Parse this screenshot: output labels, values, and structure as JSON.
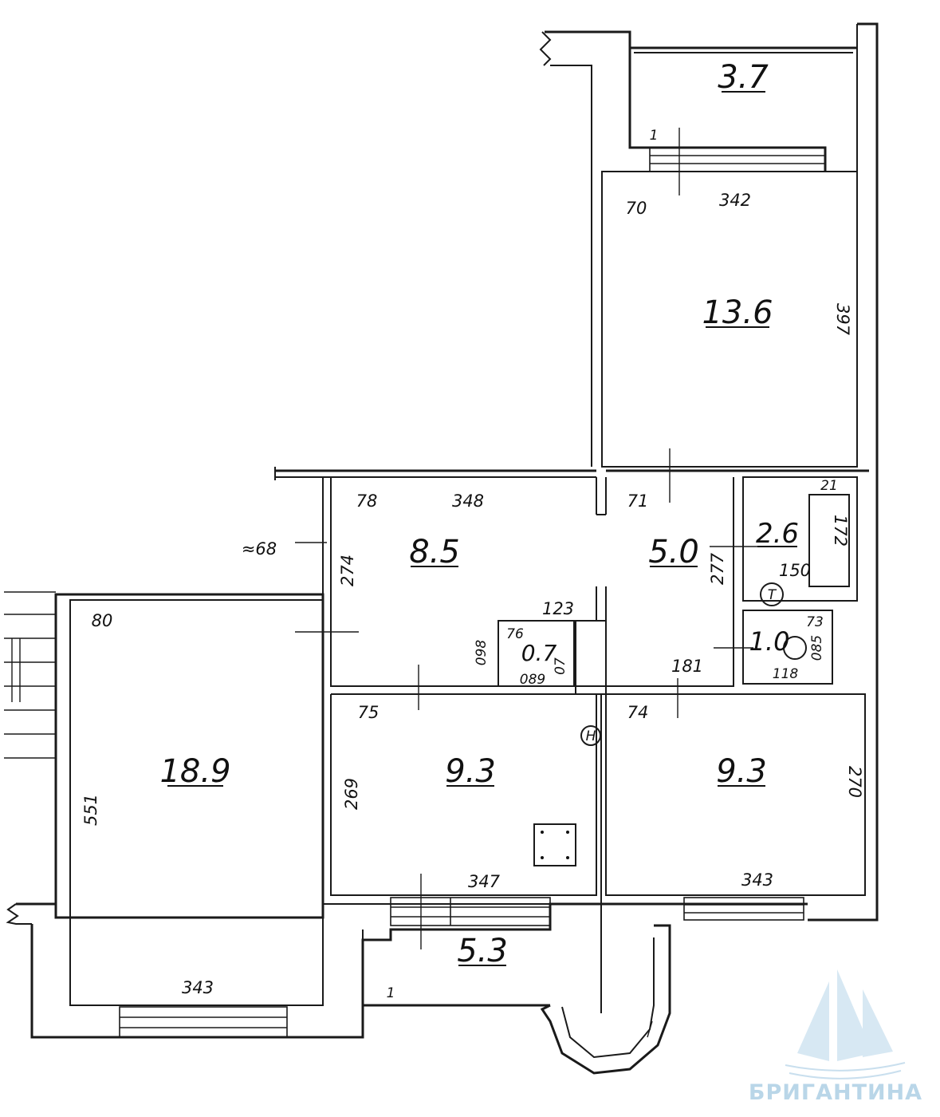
{
  "rooms": {
    "balcony_top": "3.7",
    "bedroom_top": "13.6",
    "hall": "8.5",
    "corridor": "5.0",
    "bath": "2.6",
    "wc": "1.0",
    "closet": "0.7",
    "living": "18.9",
    "kitchen": "9.3",
    "bedroom_right": "9.3",
    "loggia": "5.3"
  },
  "dimensions": {
    "d342": "342",
    "d70": "70",
    "d397": "397",
    "d348": "348",
    "d78": "78",
    "d71": "71",
    "d68": "≈68",
    "d274": "274",
    "d277": "277",
    "d21": "21",
    "d172": "172",
    "d150": "150",
    "d123": "123",
    "d76": "76",
    "d089": "089",
    "d098": "098",
    "d072": "07",
    "d181": "181",
    "d73": "73",
    "d118": "118",
    "d085": "085",
    "d80": "80",
    "d551": "551",
    "d343_living": "343",
    "d75": "75",
    "d269": "269",
    "d347": "347",
    "d74": "74",
    "d270": "270",
    "d343_right": "343",
    "d1_top": "1",
    "d1_bottom": "1"
  },
  "symbols": {
    "hot_water": "Т",
    "heater": "Н"
  },
  "watermark": {
    "text": "БРИГАНТИНА"
  }
}
